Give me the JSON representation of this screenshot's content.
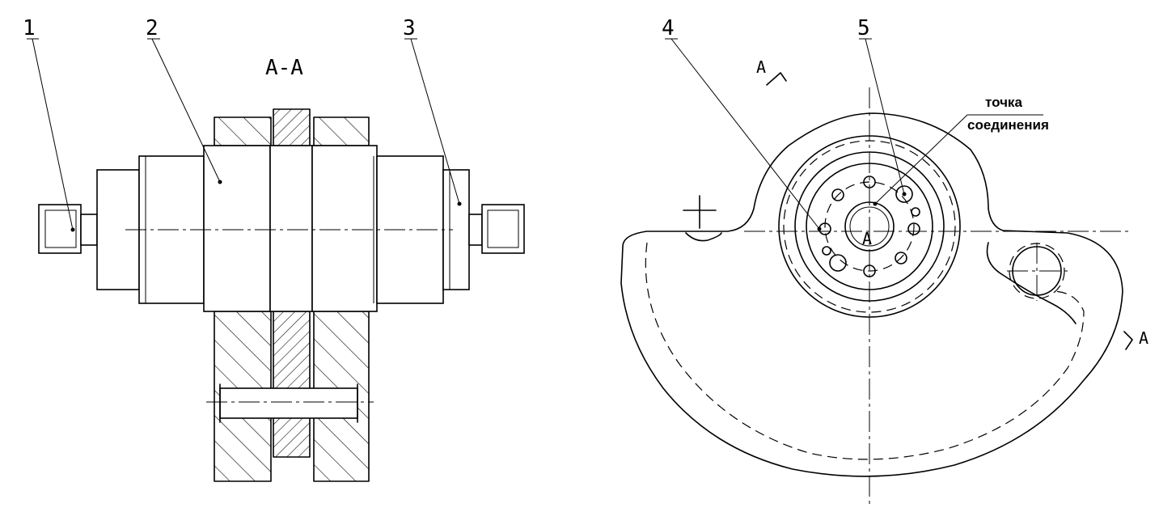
{
  "section_title": "A-A",
  "left_view": {
    "callouts": [
      {
        "id": "callout-1",
        "label": "1"
      },
      {
        "id": "callout-2",
        "label": "2"
      },
      {
        "id": "callout-3",
        "label": "3"
      }
    ]
  },
  "right_view": {
    "callouts": [
      {
        "id": "callout-4",
        "label": "4"
      },
      {
        "id": "callout-5",
        "label": "5"
      }
    ],
    "connection_note": {
      "line1": "точка",
      "line2": "соединения"
    },
    "section_marker_top": "A",
    "section_marker_right": "A",
    "center_label": "A"
  }
}
